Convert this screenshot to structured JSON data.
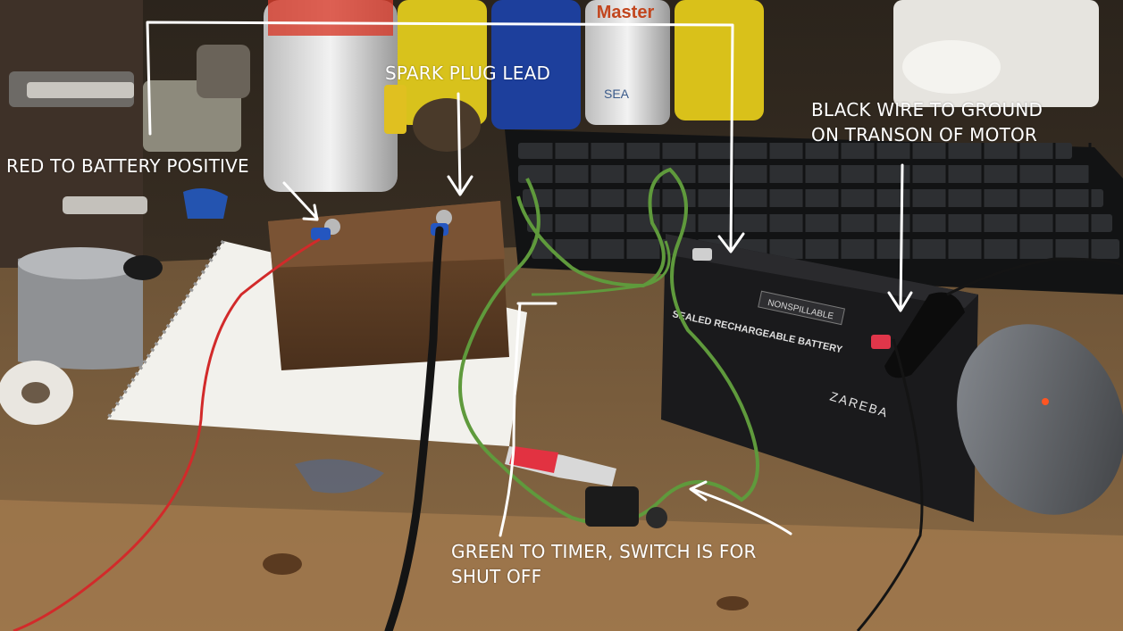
{
  "annotations": {
    "spark_plug_lead": "SPARK PLUG LEAD",
    "red_to_battery": "RED TO BATTERY POSITIVE",
    "black_wire_line1": "BLACK WIRE TO GROUND",
    "black_wire_line2": "ON TRANSON OF MOTOR",
    "green_line1": "GREEN TO TIMER, SWITCH IS FOR",
    "green_line2": "SHUT OFF"
  },
  "battery": {
    "sticker": "NONSPILLABLE",
    "type": "SEALED RECHARGEABLE BATTERY",
    "brand": "ZAREBA"
  },
  "cans": {
    "can1": "Master",
    "can2": "SEA"
  },
  "colors": {
    "annotation": "#ffffff",
    "red_wire": "#d22a2a",
    "green_wire": "#5f9a3c",
    "black_wire": "#141414",
    "coil_box": "#5a3a22",
    "battery": "#1a1a1c",
    "bench": "#8a6a45"
  }
}
